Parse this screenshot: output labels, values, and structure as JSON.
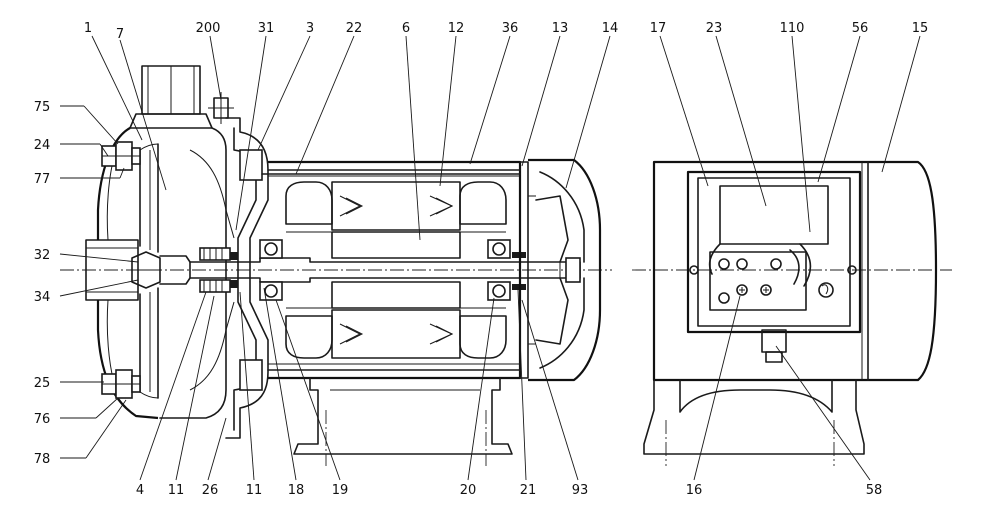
{
  "callouts": [
    {
      "id": "1",
      "text": "1"
    },
    {
      "id": "7",
      "text": "7"
    },
    {
      "id": "200",
      "text": "200"
    },
    {
      "id": "31",
      "text": "31"
    },
    {
      "id": "3",
      "text": "3"
    },
    {
      "id": "22",
      "text": "22"
    },
    {
      "id": "6",
      "text": "6"
    },
    {
      "id": "12",
      "text": "12"
    },
    {
      "id": "36",
      "text": "36"
    },
    {
      "id": "13",
      "text": "13"
    },
    {
      "id": "14",
      "text": "14"
    },
    {
      "id": "17",
      "text": "17"
    },
    {
      "id": "23",
      "text": "23"
    },
    {
      "id": "110",
      "text": "110"
    },
    {
      "id": "56",
      "text": "56"
    },
    {
      "id": "15",
      "text": "15"
    },
    {
      "id": "75",
      "text": "75"
    },
    {
      "id": "24",
      "text": "24"
    },
    {
      "id": "77",
      "text": "77"
    },
    {
      "id": "32",
      "text": "32"
    },
    {
      "id": "34",
      "text": "34"
    },
    {
      "id": "25",
      "text": "25"
    },
    {
      "id": "76",
      "text": "76"
    },
    {
      "id": "78",
      "text": "78"
    },
    {
      "id": "4",
      "text": "4"
    },
    {
      "id": "11a",
      "text": "11"
    },
    {
      "id": "26",
      "text": "26"
    },
    {
      "id": "11b",
      "text": "11"
    },
    {
      "id": "18",
      "text": "18"
    },
    {
      "id": "19",
      "text": "19"
    },
    {
      "id": "20",
      "text": "20"
    },
    {
      "id": "21",
      "text": "21"
    },
    {
      "id": "93",
      "text": "93"
    },
    {
      "id": "16",
      "text": "16"
    },
    {
      "id": "58",
      "text": "58"
    }
  ]
}
